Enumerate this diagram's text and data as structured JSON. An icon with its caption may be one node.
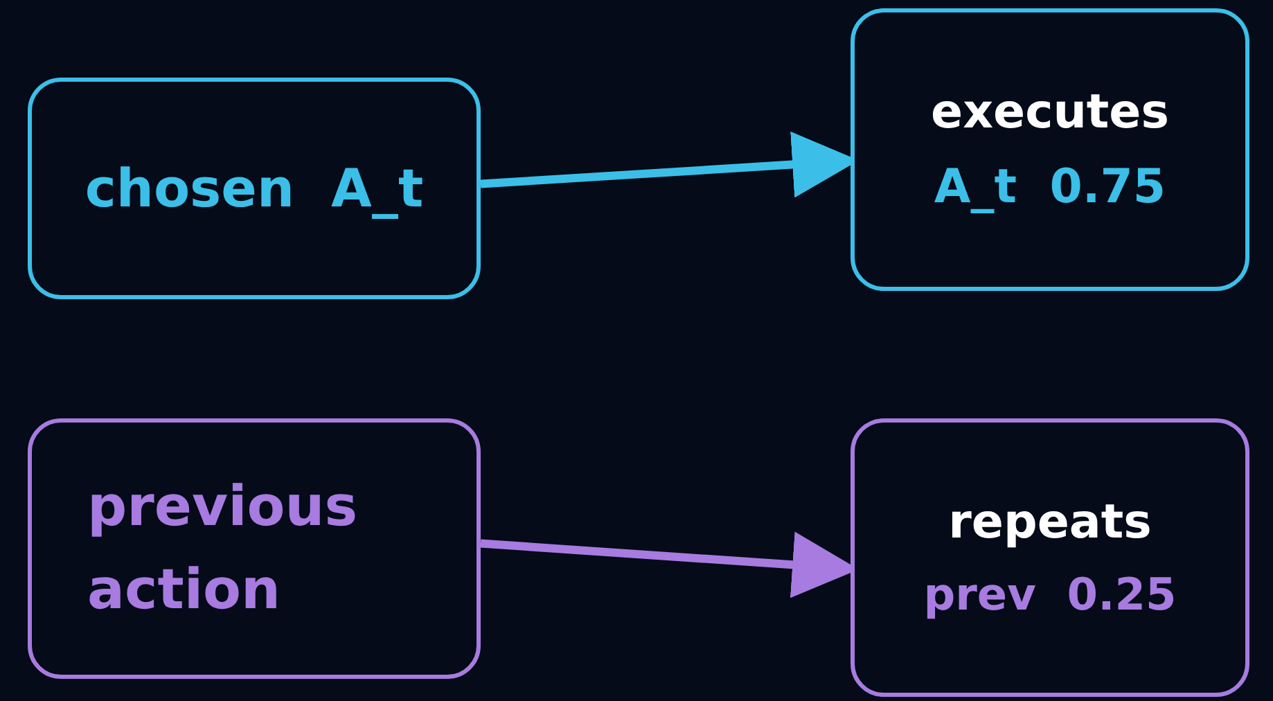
{
  "diagram": {
    "nodes": [
      {
        "text": [
          "chosen A_t"
        ]
      },
      {
        "text": [
          "executes",
          "A_t 0.75"
        ]
      },
      {
        "text": [
          "previous action"
        ]
      },
      {
        "text": [
          "repeats",
          "prev 0.25"
        ]
      }
    ],
    "edges": [
      {
        "from": 0,
        "to": 1,
        "arrow": "to",
        "color": "#3bbfe8"
      },
      {
        "from": 2,
        "to": 3,
        "arrow": "to",
        "color": "#a77be0"
      }
    ]
  }
}
